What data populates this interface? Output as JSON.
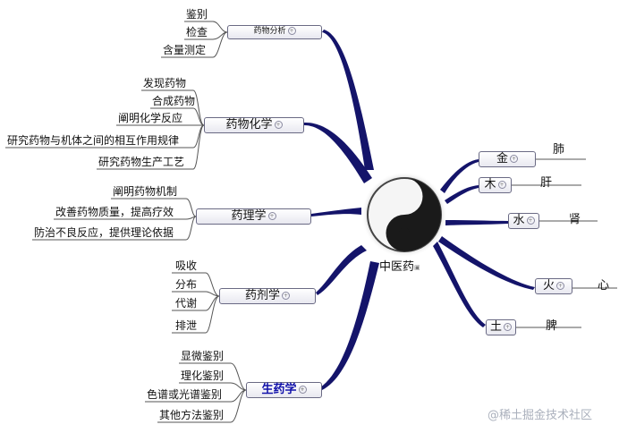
{
  "center": {
    "label": "中医药"
  },
  "branches": {
    "analysis": {
      "title": "药物分析",
      "items": [
        "鉴别",
        "检查",
        "含量测定"
      ]
    },
    "chemistry": {
      "title": "药物化学",
      "items": [
        "发现药物",
        "合成药物",
        "阐明化学反应",
        "研究药物与机体之间的相互作用规律",
        "研究药物生产工艺"
      ]
    },
    "pharmacology": {
      "title": "药理学",
      "items": [
        "阐明药物机制",
        "改善药物质量，提高疗效",
        "防治不良反应，提供理论依据"
      ]
    },
    "pharmaceutics": {
      "title": "药剂学",
      "items": [
        "吸收",
        "分布",
        "代谢",
        "排泄"
      ]
    },
    "pharmacognosy": {
      "title": "生药学",
      "items": [
        "显微鉴别",
        "理化鉴别",
        "色谱或光谱鉴别",
        "其他方法鉴别"
      ]
    }
  },
  "elements": [
    {
      "element": "金",
      "organ": "肺"
    },
    {
      "element": "木",
      "organ": "肝"
    },
    {
      "element": "水",
      "organ": "肾"
    },
    {
      "element": "火",
      "organ": "心"
    },
    {
      "element": "土",
      "organ": "脾"
    }
  ],
  "watermark": "@稀土掘金技术社区",
  "colors": {
    "connector": "#14146a",
    "leafline": "#555555",
    "boldtext": "#1111aa"
  }
}
